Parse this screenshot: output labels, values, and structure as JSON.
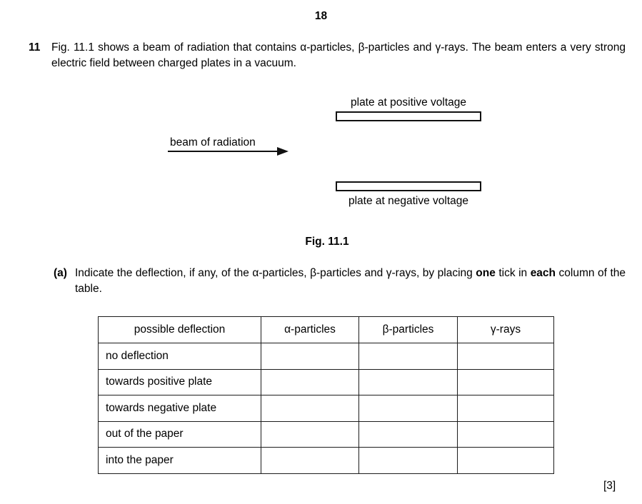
{
  "page": {
    "number": "18",
    "marks": "[3]"
  },
  "question": {
    "number": "11",
    "text": "Fig. 11.1 shows a beam of radiation that contains α-particles, β-particles and γ-rays. The beam enters a very strong electric field between charged plates in a vacuum."
  },
  "figure": {
    "top_plate_label": "plate at positive voltage",
    "bottom_plate_label": "plate at negative voltage",
    "beam_label": "beam of radiation",
    "caption": "Fig. 11.1"
  },
  "part_a": {
    "label": "(a)",
    "seg1": "Indicate the deflection, if any, of the α-particles, β-particles and γ-rays, by placing ",
    "bold1": "one",
    "seg2": " tick in ",
    "bold2": "each",
    "seg3": " column of the table."
  },
  "table": {
    "headers": [
      "possible deflection",
      "α-particles",
      "β-particles",
      "γ-rays"
    ],
    "row_labels": [
      "no deflection",
      "towards positive plate",
      "towards negative plate",
      "out of the paper",
      "into the paper"
    ]
  }
}
